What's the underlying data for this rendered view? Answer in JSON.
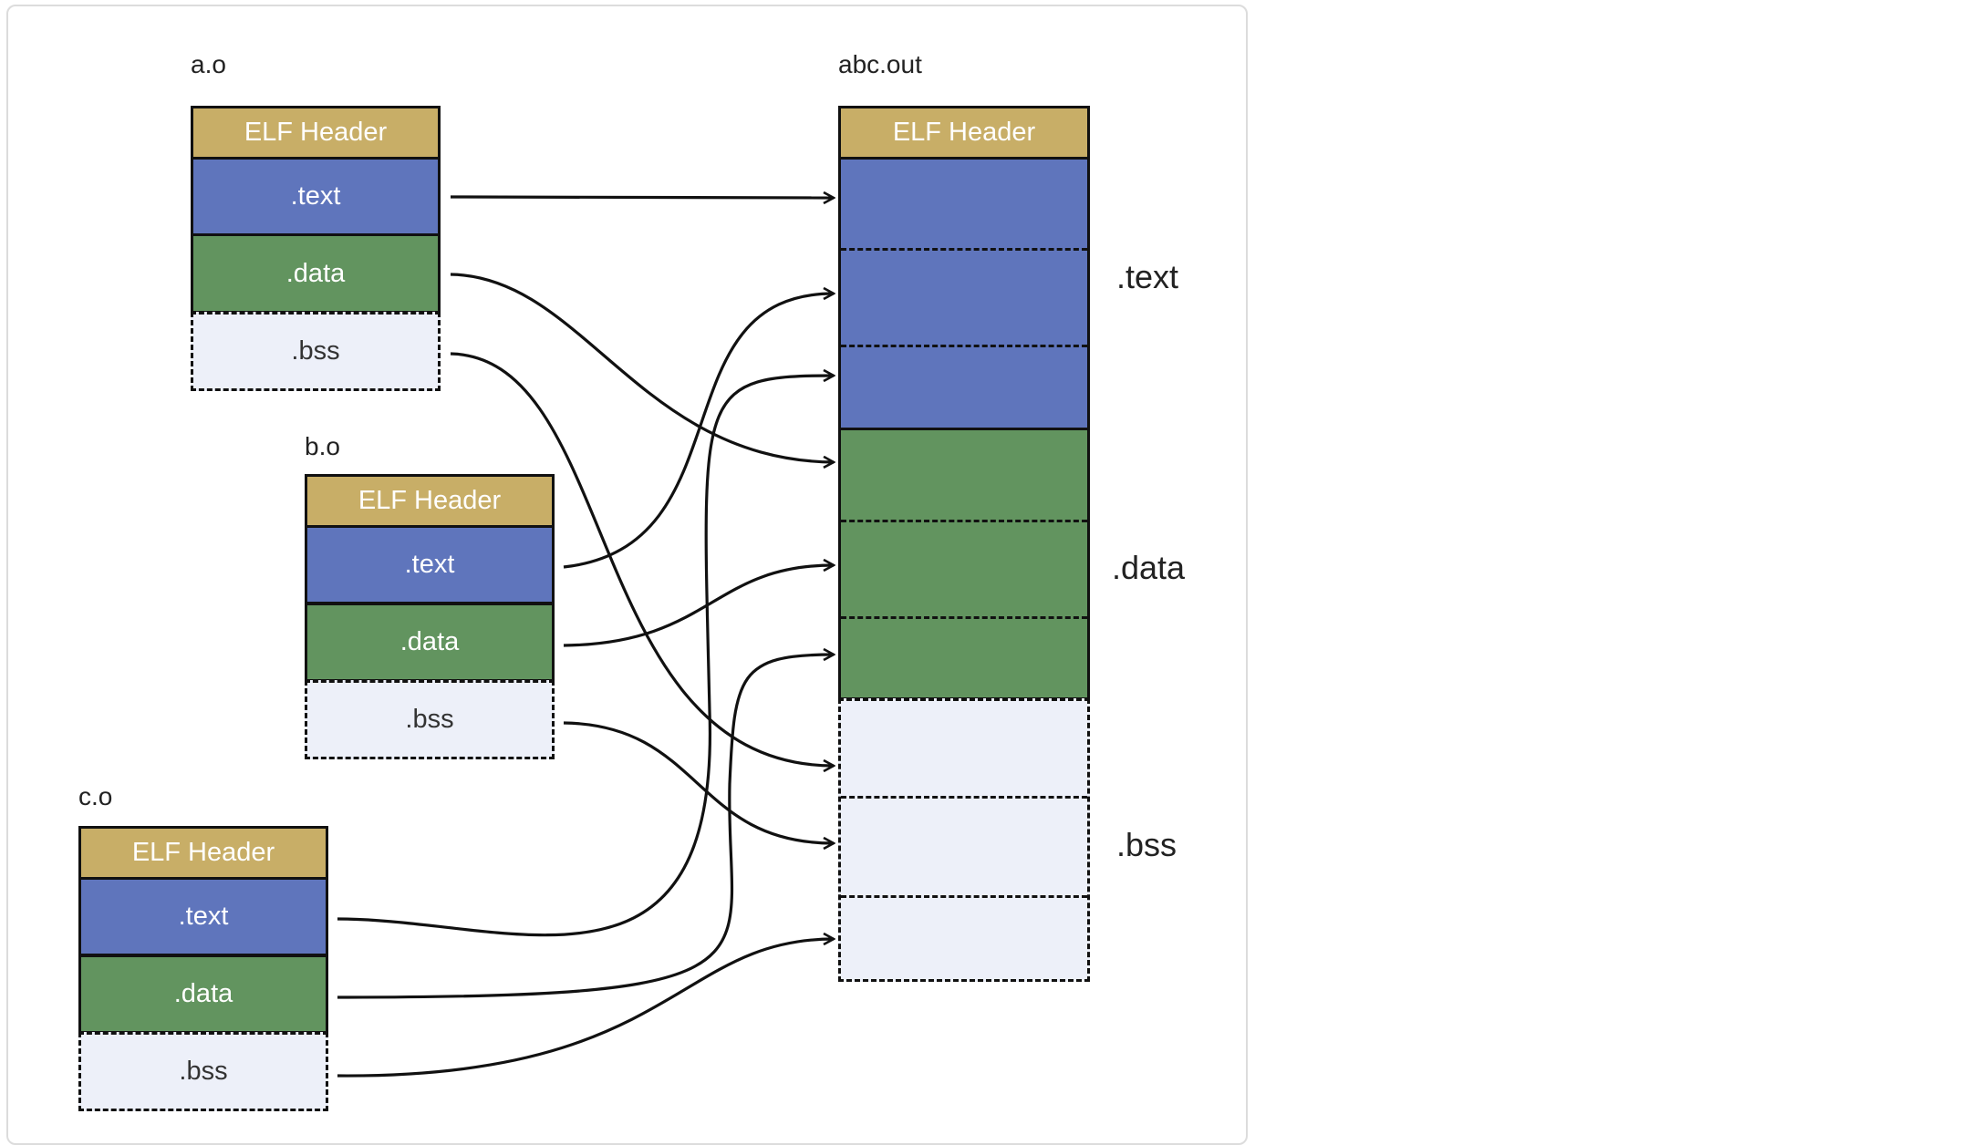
{
  "objects": [
    {
      "name": "a.o",
      "header": "ELF Header",
      "text": ".text",
      "data": ".data",
      "bss": ".bss"
    },
    {
      "name": "b.o",
      "header": "ELF Header",
      "text": ".text",
      "data": ".data",
      "bss": ".bss"
    },
    {
      "name": "c.o",
      "header": "ELF Header",
      "text": ".text",
      "data": ".data",
      "bss": ".bss"
    }
  ],
  "output": {
    "name": "abc.out",
    "header": "ELF Header",
    "text_label": ".text",
    "data_label": ".data",
    "bss_label": ".bss"
  },
  "colors": {
    "header": "#c8ae67",
    "text": "#5f75bc",
    "data": "#62945f",
    "bss": "#edf0f9"
  }
}
